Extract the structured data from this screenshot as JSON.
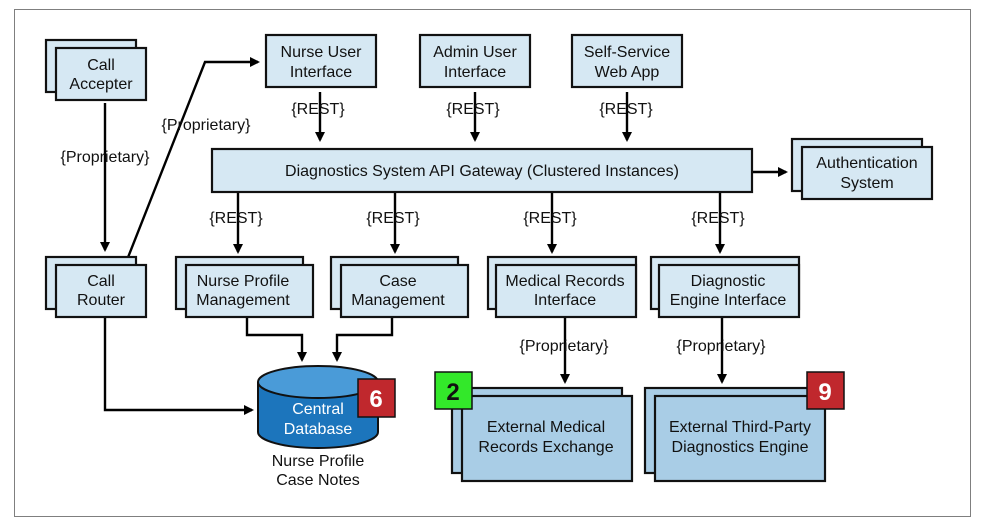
{
  "components": {
    "call_accepter": [
      "Call",
      "Accepter"
    ],
    "call_router": [
      "Call",
      "Router"
    ],
    "nurse_ui": [
      "Nurse User",
      "Interface"
    ],
    "admin_ui": [
      "Admin User",
      "Interface"
    ],
    "self_service": [
      "Self-Service",
      "Web App"
    ],
    "gateway": "Diagnostics System API Gateway (Clustered Instances)",
    "auth": [
      "Authentication",
      "System"
    ],
    "nurse_profile": [
      "Nurse Profile",
      "Management"
    ],
    "case_mgmt": [
      "Case",
      "Management"
    ],
    "medical_records": [
      "Medical Records",
      "Interface"
    ],
    "diag_engine_if": [
      "Diagnostic",
      "Engine Interface"
    ],
    "ext_medical": [
      "External Medical",
      "Records Exchange"
    ],
    "ext_diag": [
      "External Third-Party",
      "Diagnostics Engine"
    ],
    "database": [
      "Central",
      "Database"
    ],
    "db_caption": [
      "Nurse Profile",
      "Case Notes"
    ]
  },
  "protocols": {
    "rest": "{REST}",
    "proprietary": "{Proprietary}"
  },
  "badges": {
    "database": {
      "number": "6",
      "color": "#c0282d",
      "text_color": "#ffffff"
    },
    "ext_medical": {
      "number": "2",
      "color": "#33e82a",
      "text_color": "#111111"
    },
    "ext_diag": {
      "number": "9",
      "color": "#c0282d",
      "text_color": "#ffffff"
    }
  },
  "colors": {
    "box_fill": "#d6e8f3",
    "external_fill": "#a9cde6",
    "db_fill": "#1c75bc",
    "db_top": "#4a9bd8",
    "db_text": "#ffffff"
  }
}
